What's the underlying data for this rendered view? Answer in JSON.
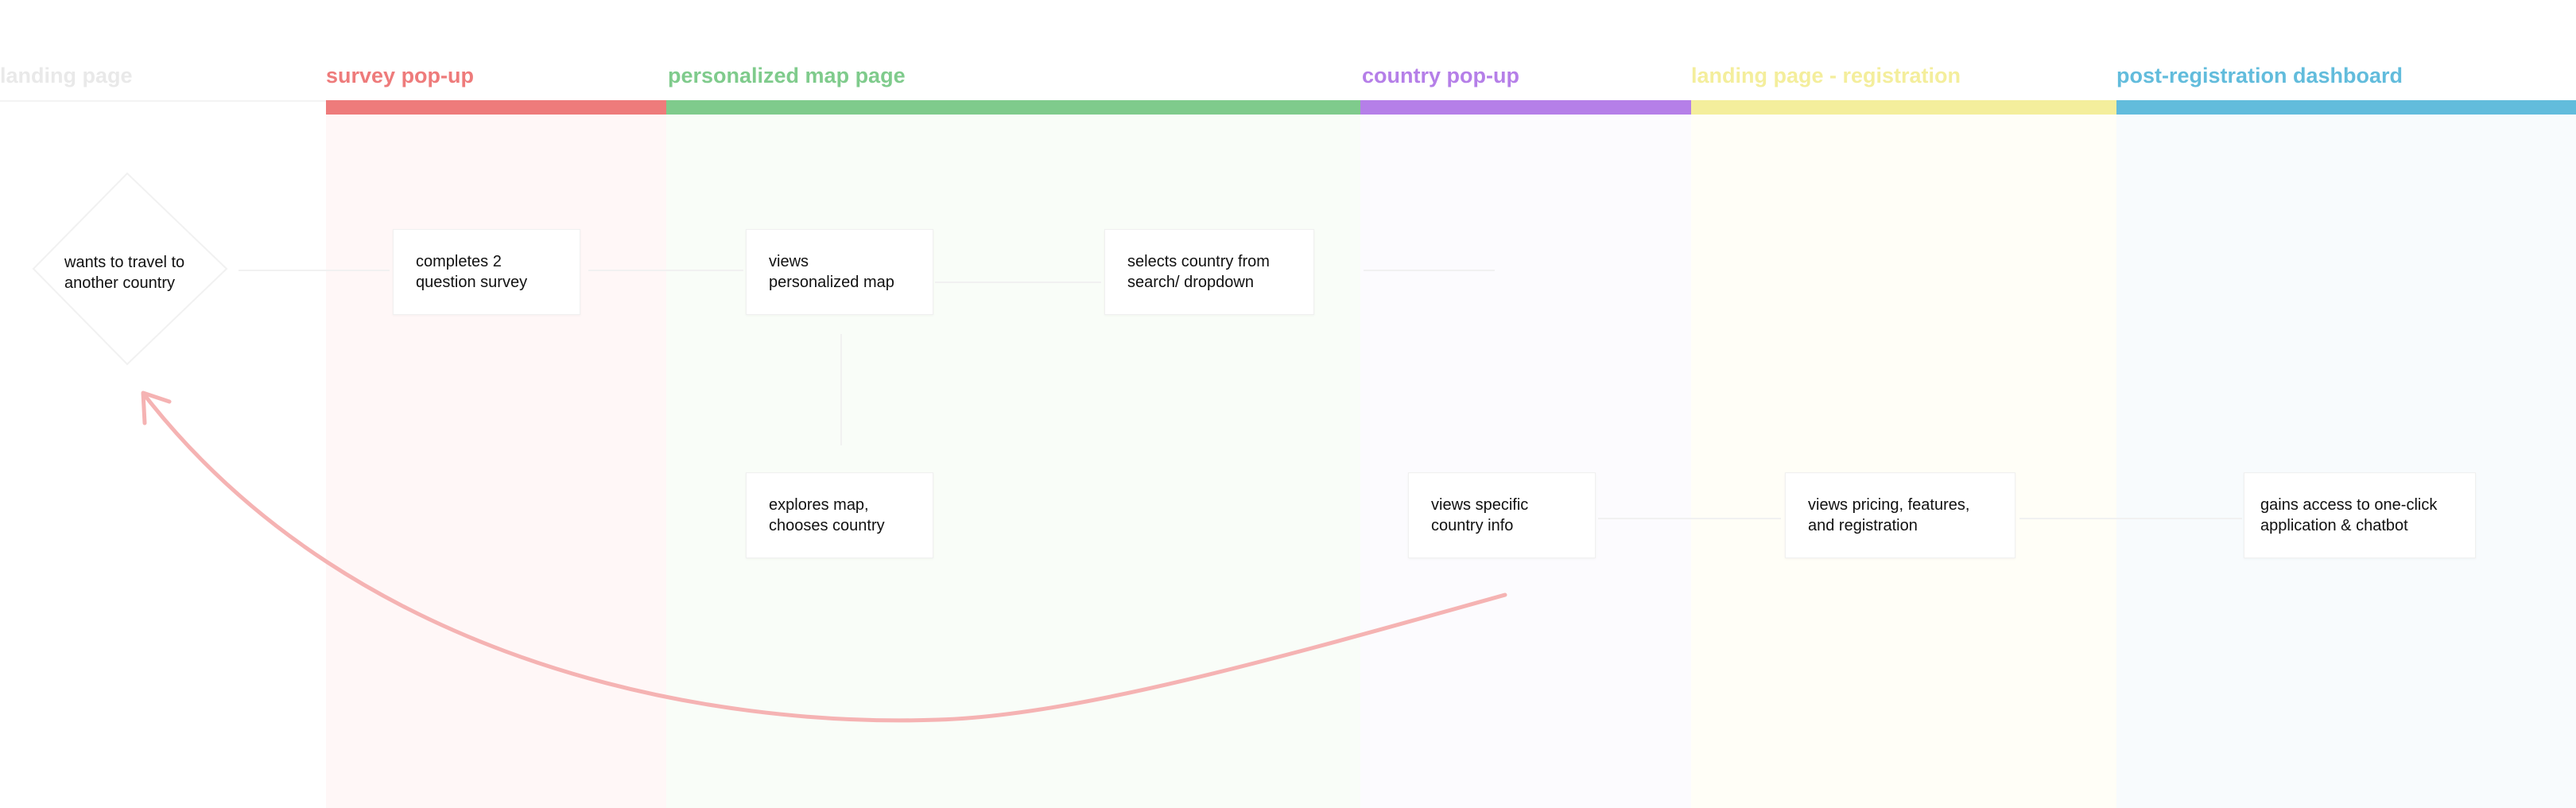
{
  "lanes": [
    {
      "id": "landing",
      "title": "landing page",
      "color": "#e9e9e9"
    },
    {
      "id": "survey",
      "title": "survey pop-up",
      "color": "#ee7b7b",
      "bg": "#fff7f7"
    },
    {
      "id": "map",
      "title": "personalized map page",
      "color": "#7fcb8c",
      "bg": "#f9fdf8"
    },
    {
      "id": "country",
      "title": "country pop-up",
      "color": "#b57fe8",
      "bg": "#fcfbfe"
    },
    {
      "id": "registration",
      "title": "landing page - registration",
      "color": "#f4ee9c",
      "bg": "#fffef7"
    },
    {
      "id": "dashboard",
      "title": "post-registration dashboard",
      "color": "#62bcdc",
      "bg": "#f8fbfd"
    }
  ],
  "nodes": {
    "start": "wants to travel to\nanother country",
    "survey": "completes 2\nquestion survey",
    "view_map": "views\npersonalized map",
    "select_country": "selects country from\nsearch/ dropdown",
    "explore_map": "explores map,\nchooses country",
    "country_info": "views specific\ncountry info",
    "pricing": "views pricing, features,\nand registration",
    "access": "gains access to one-click\napplication & chatbot"
  },
  "colors": {
    "loop_arrow": "#f5b3b3",
    "connector": "#f1f1f1"
  }
}
